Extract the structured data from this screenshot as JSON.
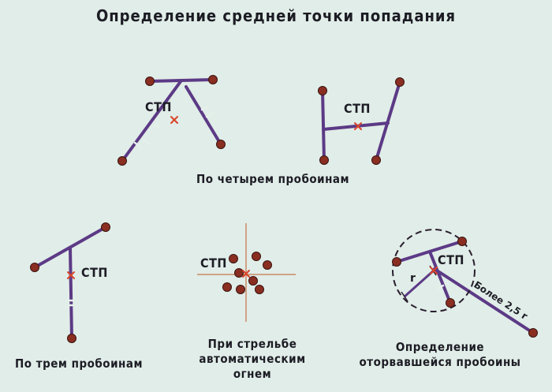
{
  "title": "Определение средней точки попадания",
  "stp_label": "СТП",
  "captions": {
    "four_holes": "По четырем пробоинам",
    "three_holes": "По трем пробоинам",
    "automatic_line1": "При стрельбе",
    "automatic_line2": "автоматическим",
    "automatic_line3": "огнем",
    "detached_line1": "Определение",
    "detached_line2": "оторвавшейся пробоины"
  },
  "radius_label": "r",
  "distance_label": "Более 2,5 r",
  "colors": {
    "background": "#e1ede8",
    "line": "#5c3a86",
    "hole": "#8a2e22",
    "mark": "#d9442a",
    "crosshair": "#c98a66",
    "text": "#1c1c24"
  }
}
